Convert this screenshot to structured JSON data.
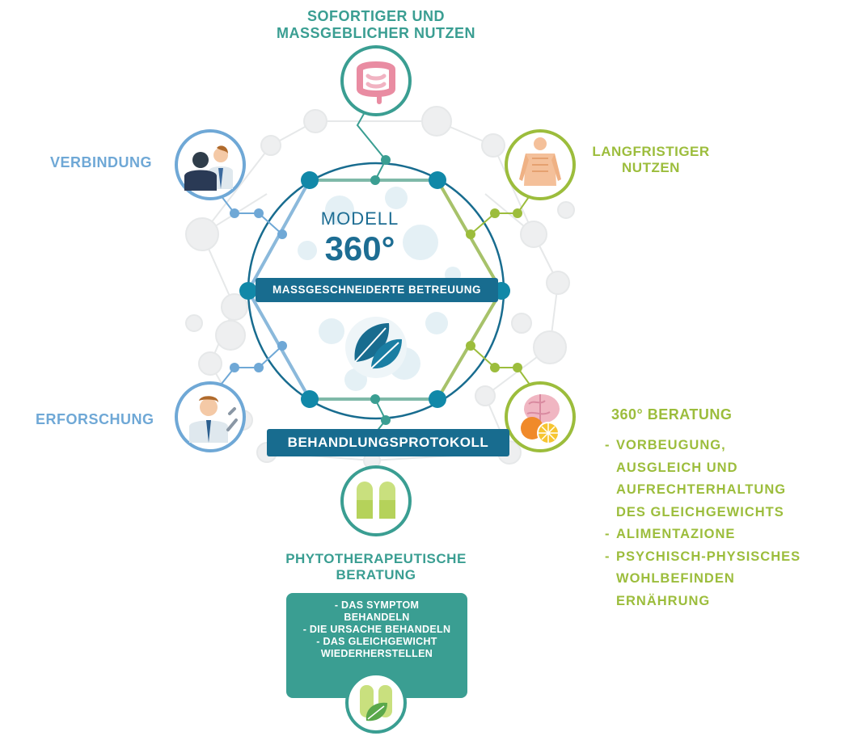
{
  "labels": {
    "top_line1": "SOFORTIGER UND",
    "top_line2": "MAßGEBLICHER NUTZEN",
    "verbindung": "VERBINDUNG",
    "langfristig_line1": "LANGFRISTIGER",
    "langfristig_line2": "NUTZEN",
    "erforschung": "ERFORSCHUNG",
    "beratung_title": "360° BERATUNG",
    "phyto_line1": "PHYTOTHERAPEUTISCHE",
    "phyto_line2": "BERATUNG"
  },
  "center": {
    "modell": "MODELL",
    "degrees": "360°",
    "banner": "MASSGESCHNEIDERTE BETREUUNG"
  },
  "protocol_banner": "BEHANDLUNGSPROTOKOLL",
  "beratung_list": [
    [
      "VORBEUGUNG,",
      "AUSGLEICH UND",
      "AUFRECHTERHALTUNG",
      "DES GLEICHGEWICHTS"
    ],
    [
      "ALIMENTAZIONE"
    ],
    [
      "PSYCHISCH-PHYSISCHES",
      "WOHLBEFINDEN",
      "ERNÄHRUNG"
    ]
  ],
  "phyto_box_lines": [
    "- DAS SYMPTOM",
    "BEHANDELN",
    "- DIE URSACHE BEHANDELN",
    "- DAS GLEICHGEWICHT",
    "WIEDERHERSTELLEN"
  ],
  "icons": {
    "top": "intestine-icon",
    "left_top": "doctor-patient-icon",
    "right_top": "human-body-icon",
    "left_bottom": "researcher-icon",
    "right_bottom": "brain-fruit-icon",
    "bottom": "capsules-icon",
    "box_bottom": "capsule-leaf-icon",
    "center": "leaves-icon"
  },
  "colors": {
    "teal": "#3a9e92",
    "blue": "#6fa8d6",
    "green": "#9cbd3c",
    "navy": "#186c8f",
    "node": "#1188a8"
  }
}
